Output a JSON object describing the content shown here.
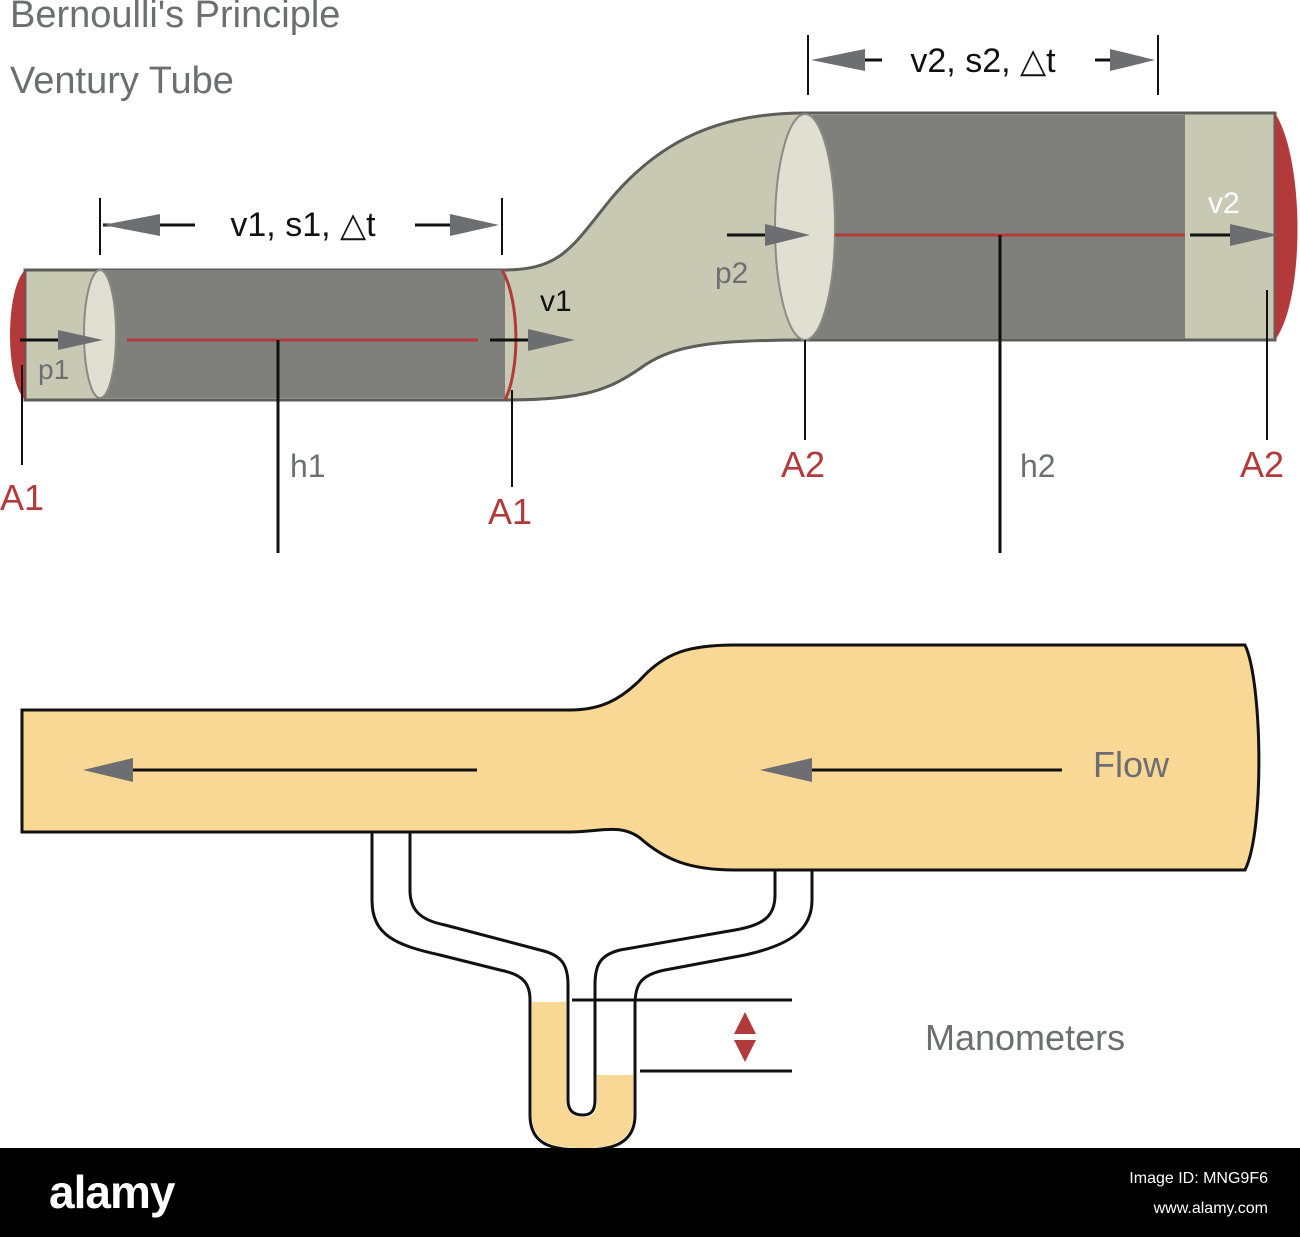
{
  "title": {
    "line1": "Bernoulli's Principle",
    "line2": "Ventury Tube"
  },
  "labels": {
    "section1": "v1, s1, △t",
    "section2": "v2, s2, △t",
    "p1": "p1",
    "p2": "p2",
    "v1": "v1",
    "v2": "v2",
    "h1": "h1",
    "h2": "h2",
    "a1_left": "A1",
    "a1_right": "A1",
    "a2_left": "A2",
    "a2_right": "A2",
    "flow": "Flow",
    "manometers": "Manometers"
  },
  "watermark": {
    "logo": "alamy",
    "image_id": "Image ID: MNG9F6",
    "url": "www.alamy.com"
  },
  "colors": {
    "tube_fill": "#c8c9b3",
    "tube_core": "#7f807b",
    "area_red": "#b33a3a",
    "arrow_gray": "#6d6e71",
    "fluid_fill": "#f9d794",
    "text_gray": "#6d6e71"
  }
}
